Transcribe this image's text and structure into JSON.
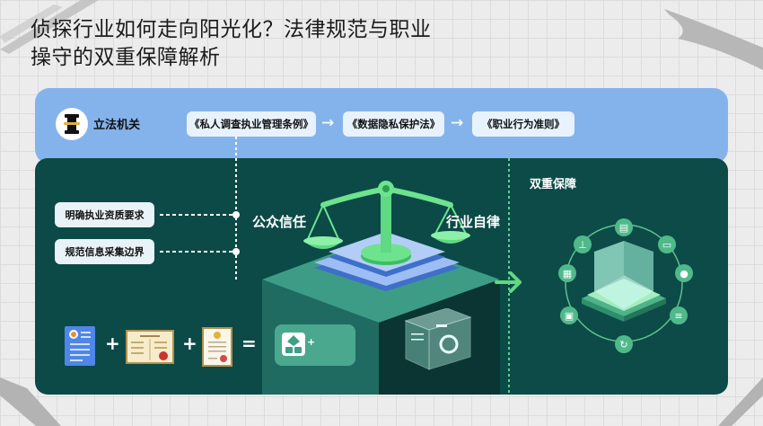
{
  "title": {
    "line1": "侦探行业如何走向阳光化？法律规范与职业",
    "line2": "操守的双重保障解析"
  },
  "legislature": {
    "icon": "gavel-icon",
    "label": "立法机关",
    "laws": [
      {
        "label": "《私人调查执业管理条例》"
      },
      {
        "label": "《数据隐私保护法》"
      },
      {
        "label": "《职业行为准则》"
      }
    ],
    "arrow": "→",
    "colors": {
      "band": "#84b3ec",
      "chip": "#e8f2fd"
    }
  },
  "requirements": [
    {
      "label": "明确执业资质要求"
    },
    {
      "label": "规范信息采集边界"
    }
  ],
  "center": {
    "left_label": "公众信任",
    "right_label": "行业自律",
    "icon": "scales-of-justice-icon"
  },
  "credentials": {
    "items": [
      {
        "icon": "id-document-icon"
      },
      {
        "icon": "certificate-icon"
      },
      {
        "icon": "license-icon"
      }
    ],
    "plus": "+",
    "equals": "=",
    "result_icon": "verified-badge-icon",
    "result_plus": "+"
  },
  "dual_guarantee": {
    "label": "双重保障",
    "center_icon": "transparent-cube-icon",
    "ring_icons": [
      "clipboard-icon",
      "card-icon",
      "location-pin-icon",
      "list-icon",
      "refresh-icon",
      "briefcase-icon",
      "calendar-icon",
      "stamp-icon"
    ]
  },
  "colors": {
    "panel": "#0b4a47",
    "accent_green": "#5cd08b",
    "background": "#ececec"
  }
}
